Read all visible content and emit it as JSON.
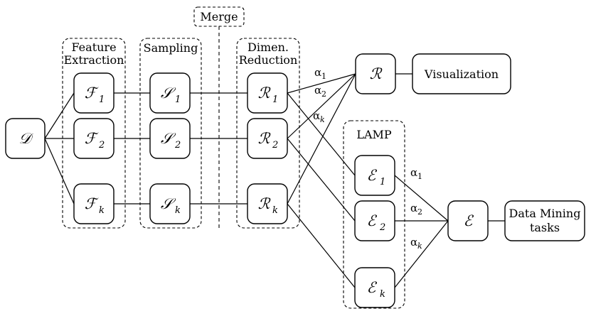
{
  "groups": {
    "feature": [
      "Feature",
      "Extraction"
    ],
    "sampling": "Sampling",
    "merge": "Merge",
    "dimen": [
      "Dimen.",
      "Reduction"
    ],
    "lamp": "LAMP"
  },
  "nodes": {
    "D": {
      "sym": "𝒟",
      "sub": ""
    },
    "F1": {
      "sym": "ℱ",
      "sub": "1"
    },
    "F2": {
      "sym": "ℱ",
      "sub": "2"
    },
    "Fk": {
      "sym": "ℱ",
      "sub": "k"
    },
    "S1": {
      "sym": "𝒮",
      "sub": "1"
    },
    "S2": {
      "sym": "𝒮",
      "sub": "2"
    },
    "Sk": {
      "sym": "𝒮",
      "sub": "k"
    },
    "R1": {
      "sym": "ℛ",
      "sub": "1"
    },
    "R2": {
      "sym": "ℛ",
      "sub": "2"
    },
    "Rk": {
      "sym": "ℛ",
      "sub": "k"
    },
    "R": {
      "sym": "ℛ",
      "sub": ""
    },
    "E1": {
      "sym": "ℰ",
      "sub": "1"
    },
    "E2": {
      "sym": "ℰ",
      "sub": "2"
    },
    "Ek": {
      "sym": "ℰ",
      "sub": "k"
    },
    "E": {
      "sym": "ℰ",
      "sub": ""
    }
  },
  "outputs": {
    "visualization": "Visualization",
    "datamining": [
      "Data Mining",
      "tasks"
    ]
  },
  "weights": {
    "upper": [
      {
        "a": "α",
        "s": "1"
      },
      {
        "a": "α",
        "s": "2"
      },
      {
        "a": "α",
        "s": "k"
      }
    ],
    "lower": [
      {
        "a": "α",
        "s": "1"
      },
      {
        "a": "α",
        "s": "2"
      },
      {
        "a": "α",
        "s": "k"
      }
    ]
  }
}
